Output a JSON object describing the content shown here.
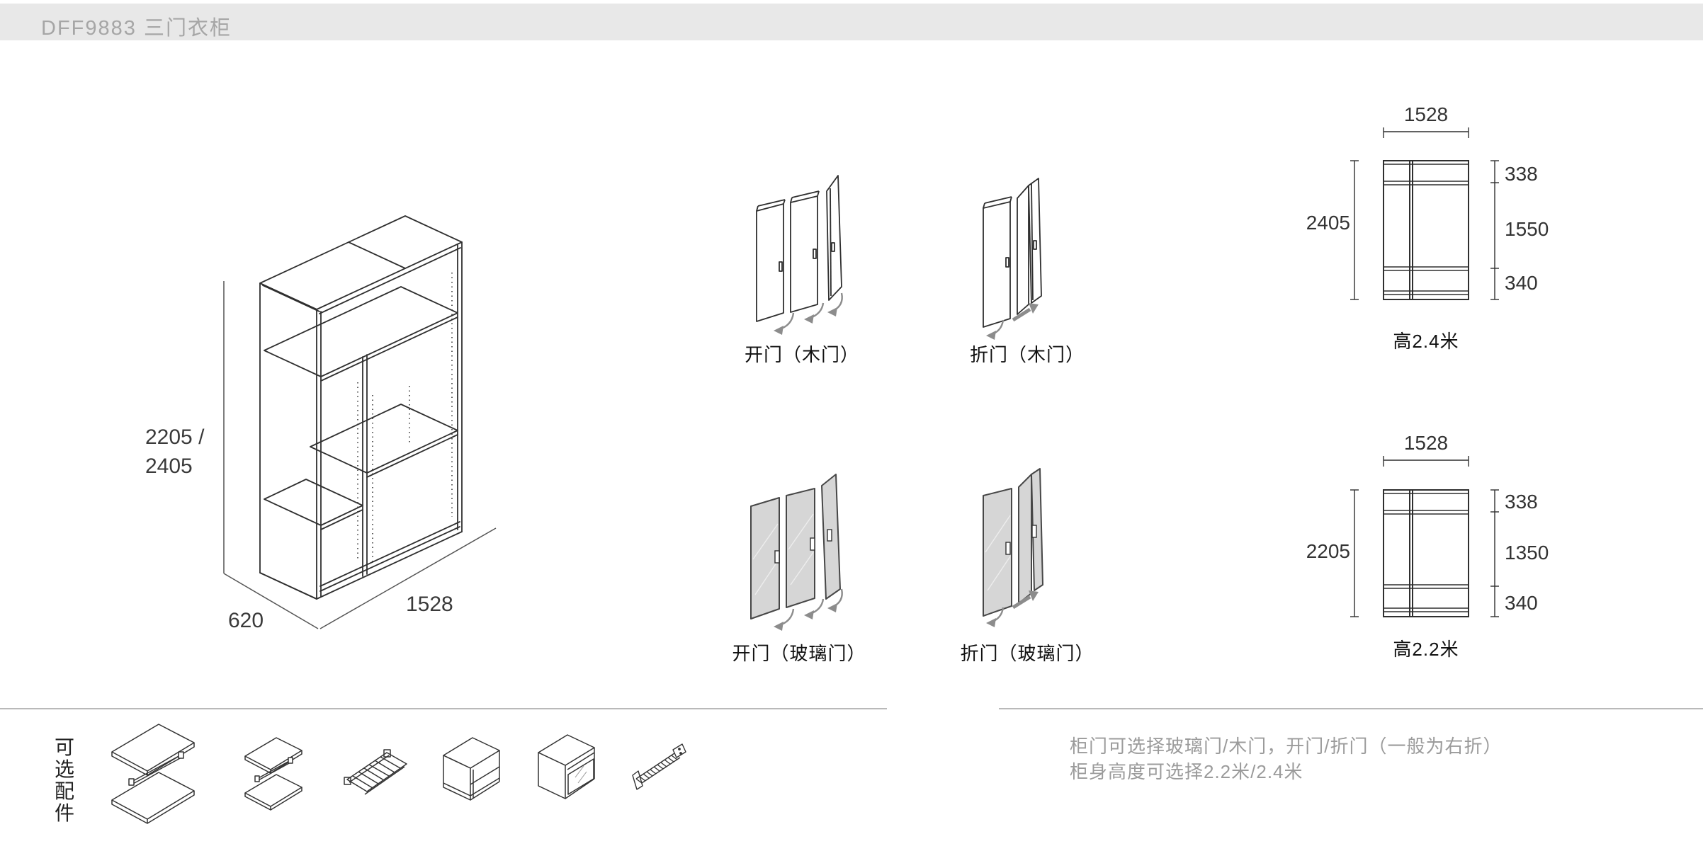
{
  "header": {
    "title": "DFF9883 三门衣柜"
  },
  "colors": {
    "header_bg": "#e8e8e8",
    "header_text": "#a6a6a6",
    "drawing_line": "#2f2f2f",
    "glass_fill": "#d6d6d6",
    "arrow_gray": "#8c8c8c",
    "note_text": "#9b9b9b",
    "divider": "#b9b9b9"
  },
  "iso": {
    "height_label_line1": "2205 /",
    "height_label_line2": "2405",
    "depth_label": "620",
    "width_label": "1528"
  },
  "door_options": [
    {
      "id": "hinged-wood",
      "label": "开门（木门）"
    },
    {
      "id": "folding-wood",
      "label": "折门（木门）"
    },
    {
      "id": "hinged-glass",
      "label": "开门（玻璃门）"
    },
    {
      "id": "folding-glass",
      "label": "折门（玻璃门）"
    }
  ],
  "elevations": [
    {
      "width": "1528",
      "height": "2405",
      "sections": [
        "338",
        "1550",
        "340"
      ],
      "caption": "高2.4米"
    },
    {
      "width": "1528",
      "height": "2205",
      "sections": [
        "338",
        "1350",
        "340"
      ],
      "caption": "高2.2米"
    }
  ],
  "accessories": {
    "label": "可选配件",
    "items": [
      {
        "icon": "shelf-with-rod-large-icon"
      },
      {
        "icon": "shelf-with-rod-small-icon"
      },
      {
        "icon": "trouser-rack-icon"
      },
      {
        "icon": "open-cabinet-icon"
      },
      {
        "icon": "drawer-cabinet-icon"
      },
      {
        "icon": "pull-out-rack-icon"
      }
    ]
  },
  "notes": {
    "line1": "柜门可选择玻璃门/木门，开门/折门（一般为右折）",
    "line2": "柜身高度可选择2.2米/2.4米"
  }
}
